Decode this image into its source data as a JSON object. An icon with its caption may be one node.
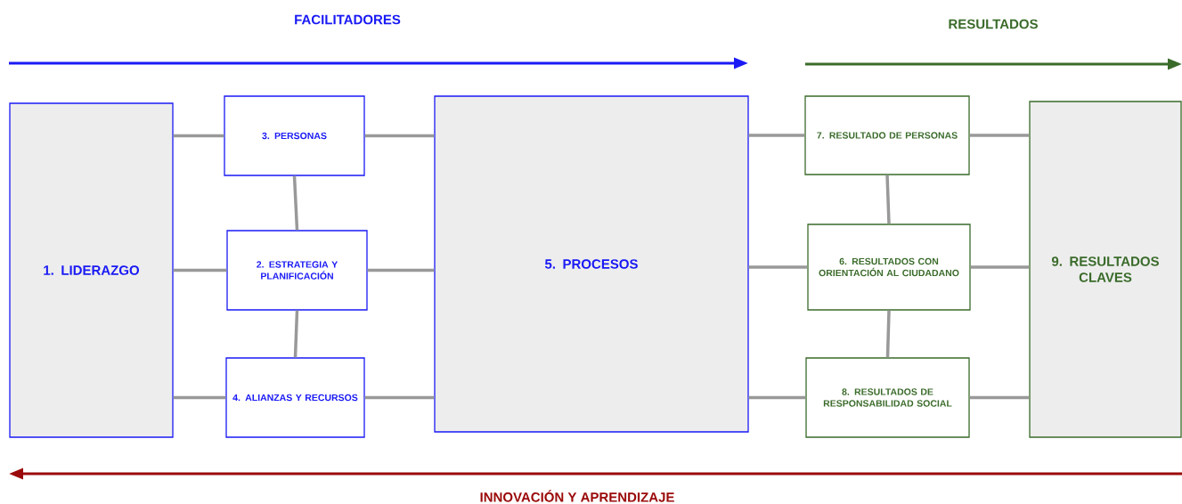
{
  "diagram": {
    "nodes": [
      {
        "text": [
          "1. LIDERAZGO"
        ]
      },
      {
        "text": [
          "3. PERSONAS"
        ]
      },
      {
        "text": [
          "2. ESTRATEGIA Y PLANIFICACIÓN"
        ]
      },
      {
        "text": [
          "4. ALIANZAS Y RECURSOS"
        ]
      },
      {
        "text": [
          "5. PROCESOS"
        ]
      },
      {
        "text": [
          "7. RESULTADO DE PERSONAS"
        ]
      },
      {
        "text": [
          "6. RESULTADOS CON ORIENTACIÓN AL CIUDADANO"
        ]
      },
      {
        "text": [
          "8. RESULTADOS DE RESPONSABILIDAD SOCIAL"
        ]
      },
      {
        "text": [
          "9. RESULTADOS CLAVES"
        ]
      }
    ],
    "edges": [
      {
        "from": 0,
        "to": 1,
        "arrow": "none"
      },
      {
        "from": 0,
        "to": 2,
        "arrow": "none"
      },
      {
        "from": 0,
        "to": 3,
        "arrow": "none"
      },
      {
        "from": 1,
        "to": 2,
        "arrow": "none"
      },
      {
        "from": 2,
        "to": 3,
        "arrow": "none"
      },
      {
        "from": 1,
        "to": 4,
        "arrow": "none"
      },
      {
        "from": 2,
        "to": 4,
        "arrow": "none"
      },
      {
        "from": 3,
        "to": 4,
        "arrow": "none"
      },
      {
        "from": 4,
        "to": 5,
        "arrow": "none"
      },
      {
        "from": 4,
        "to": 6,
        "arrow": "none"
      },
      {
        "from": 4,
        "to": 7,
        "arrow": "none"
      },
      {
        "from": 5,
        "to": 6,
        "arrow": "none"
      },
      {
        "from": 6,
        "to": 7,
        "arrow": "none"
      },
      {
        "from": 5,
        "to": 8,
        "arrow": "none"
      },
      {
        "from": 6,
        "to": 8,
        "arrow": "none"
      },
      {
        "from": 7,
        "to": 8,
        "arrow": "none"
      }
    ],
    "labels": [
      "FACILITADORES",
      "RESULTADOS",
      "INNOVACIÓN Y APRENDIZAJE"
    ]
  }
}
